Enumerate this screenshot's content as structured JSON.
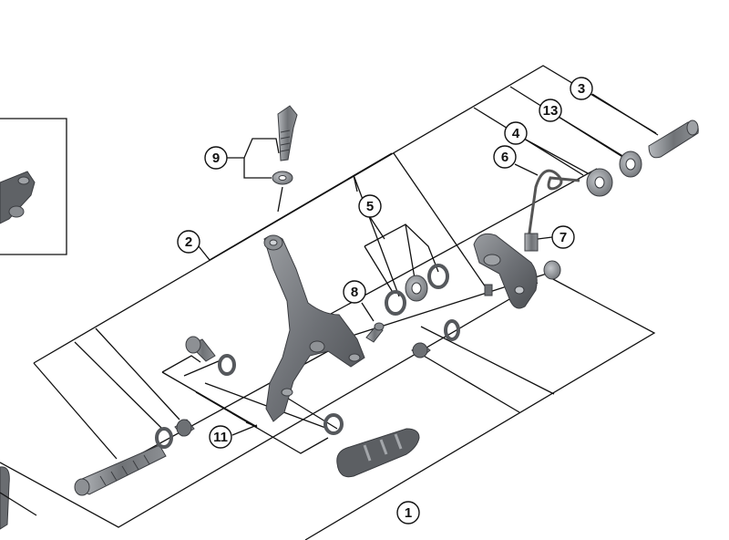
{
  "diagram": {
    "callouts": [
      {
        "id": "c1",
        "label": "1"
      },
      {
        "id": "c2",
        "label": "2"
      },
      {
        "id": "c3",
        "label": "3"
      },
      {
        "id": "c4",
        "label": "4"
      },
      {
        "id": "c5",
        "label": "5"
      },
      {
        "id": "c6",
        "label": "6"
      },
      {
        "id": "c7",
        "label": "7"
      },
      {
        "id": "c8",
        "label": "8"
      },
      {
        "id": "c9",
        "label": "9"
      },
      {
        "id": "c11",
        "label": "11"
      },
      {
        "id": "c13",
        "label": "13"
      }
    ],
    "colors": {
      "part_dark": "#55585c",
      "part_mid": "#7d8084",
      "part_light": "#a9acb0",
      "line": "#111111"
    }
  }
}
